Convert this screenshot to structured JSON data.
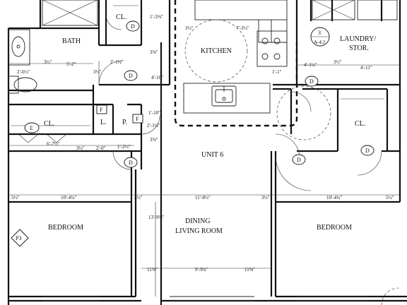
{
  "rooms": {
    "bath": "BATH",
    "kitchen": "KITCHEN",
    "laundry_line1": "LAUNDRY/",
    "laundry_line2": "STOR.",
    "unit": "UNIT 6",
    "bedroom_left": "BEDROOM",
    "bedroom_right": "BEDROOM",
    "dining_line1": "DINING",
    "dining_line2": "LIVING ROOM",
    "closet_top": "CL.",
    "closet_left": "CL.",
    "closet_right": "CL.",
    "linen": "L.",
    "pantry": "P."
  },
  "tags": {
    "door": "D",
    "fire": "F",
    "electric": "E",
    "panel": "P3",
    "section_num": "3",
    "section_sheet": "A-4.2"
  },
  "dimensions": {
    "bath_width": "5'-2\"",
    "bath_half": "3½\"",
    "vanity": "2'-6½\"",
    "cl_top_w": "2'-1¼\"",
    "cl_top_r": "3⅝\"",
    "cl_top_a": "1'-3⅝\"",
    "kitchen_a": "3½\"",
    "kitchen_b": "7'-3½\"",
    "kitchen_c": "4'-10\"",
    "kitchen_d": "1'-1\"",
    "laundry_a": "4'-1¼\"",
    "laundry_b": "3½\"",
    "laundry_c": "4'-11\"",
    "hall_a": "3½\"",
    "hall_b": "1'-10\"",
    "hall_c": "2'-1¼\"",
    "hall_d": "3⅝\"",
    "cl_left_a": "6'-7½\"",
    "cl_left_b": "3½\"",
    "cl_left_c": "2'-0\"",
    "cl_left_d": "1'-2½\"",
    "bed_l_a": "5½\"",
    "bed_l_w": "10'-4¾\"",
    "bed_l_b": "3½\"",
    "living_w": "11'-8½\"",
    "living_b": "3½\"",
    "bed_r_w": "10'-4¾\"",
    "bed_r_a": "5½\"",
    "living_h": "13'-9⅝\"",
    "win_a": "11⅜\"",
    "win_b": "9'-9¾\"",
    "win_c": "11⅜\""
  }
}
